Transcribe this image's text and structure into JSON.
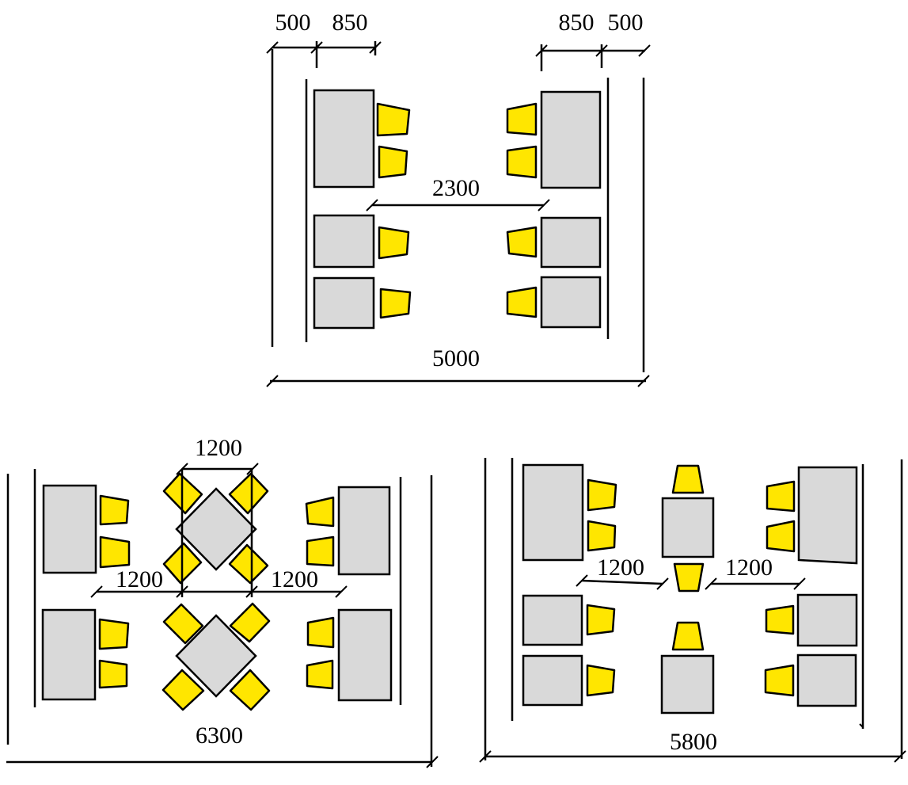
{
  "layouts": [
    {
      "id": "top",
      "dimensions": {
        "left_offset": "500",
        "left_table": "850",
        "right_table": "850",
        "right_offset": "500",
        "aisle": "2300",
        "total_width": "5000"
      }
    },
    {
      "id": "bottom-left",
      "dimensions": {
        "diamond_width": "1200",
        "left_aisle": "1200",
        "right_aisle": "1200",
        "total_width": "6300"
      }
    },
    {
      "id": "bottom-right",
      "dimensions": {
        "left_aisle": "1200",
        "right_aisle": "1200",
        "total_width": "5800"
      }
    }
  ],
  "colors": {
    "table_fill": "#d9d9d9",
    "chair_fill": "#ffe600",
    "line": "#000000"
  }
}
